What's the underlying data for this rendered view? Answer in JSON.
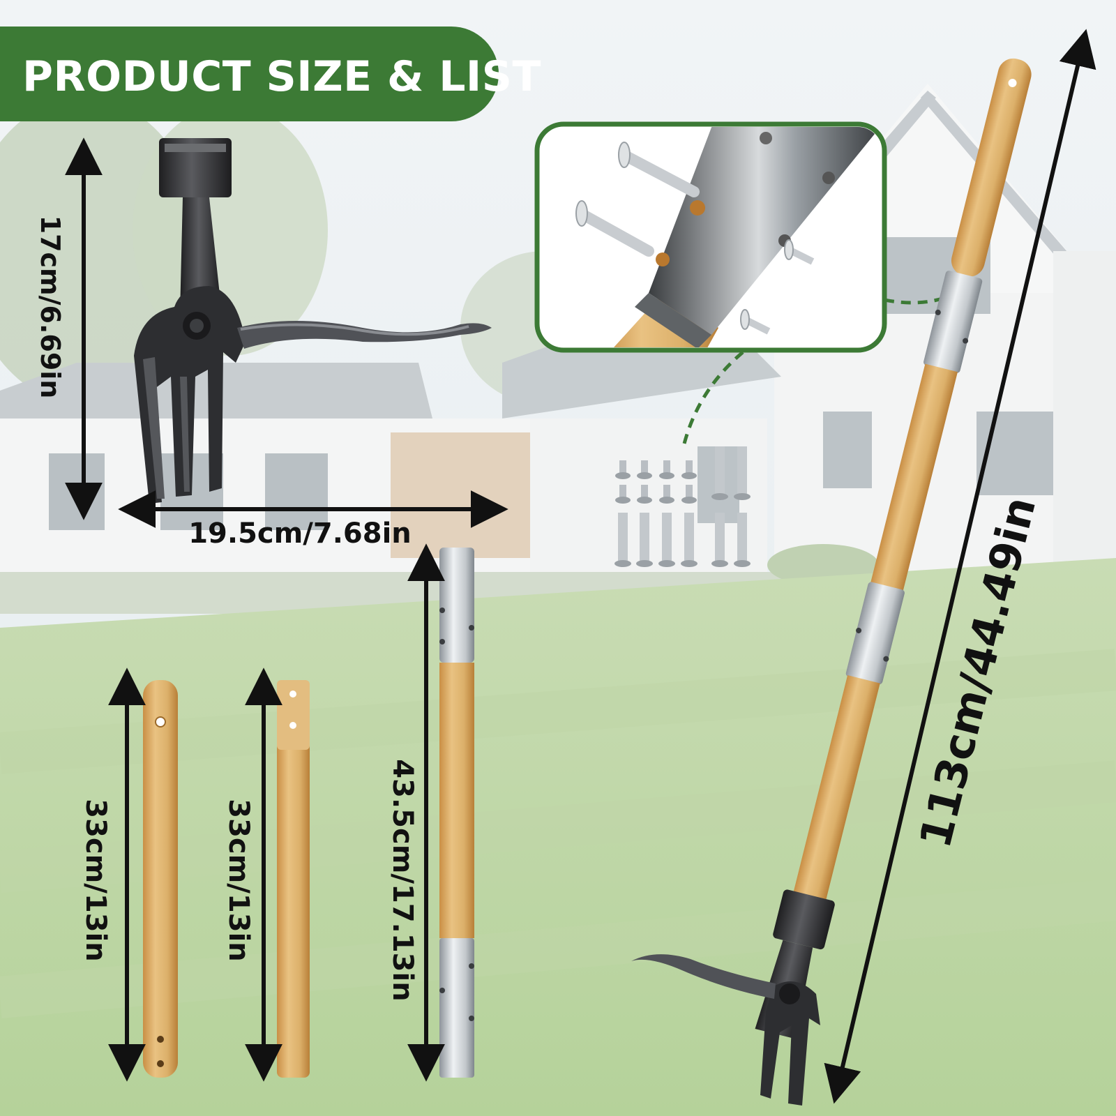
{
  "banner": {
    "title": "PRODUCT SIZE & LIST"
  },
  "dimensions": {
    "fork_height": "17cm/6.69in",
    "fork_width": "19.5cm/7.68in",
    "rod_top": "33cm/13in",
    "rod_middle": "33cm/13in",
    "rod_bottom": "43.5cm/17.13in",
    "assembled_length": "113cm/44.49in"
  },
  "colors": {
    "brand_green": "#3c7a35",
    "bamboo": "#d9ad6a",
    "metal_dark": "#2c2c2e",
    "steel": "#b9bec3",
    "arrow": "#111111"
  },
  "icons": [
    "fork-head-icon",
    "bamboo-rod-icon",
    "screw-icon",
    "arrow-icon"
  ]
}
